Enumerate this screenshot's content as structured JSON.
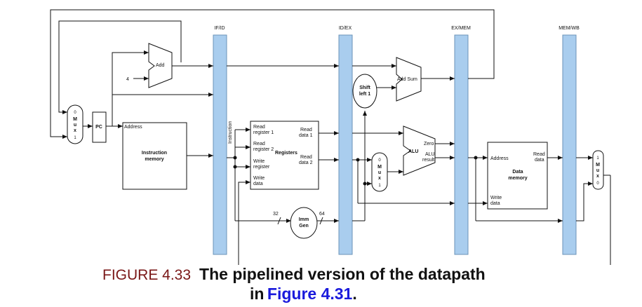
{
  "pipeline_registers": [
    "IF/ID",
    "ID/EX",
    "EX/MEM",
    "MEM/WB"
  ],
  "labels": {
    "add": "Add",
    "const_four": "4",
    "pc": "PC",
    "mux_text": "M\nu\nx",
    "mux_zero": "0",
    "mux_one": "1",
    "instr_mem_line1": "Instruction",
    "instr_mem_line2": "memory",
    "address": "Address",
    "instruction_vertical": "Instruction",
    "read_reg1_line1": "Read",
    "read_reg1_line2": "register 1",
    "read_reg2_line1": "Read",
    "read_reg2_line2": "register 2",
    "write_reg_line1": "Write",
    "write_reg_line2": "register",
    "write_data_line1": "Write",
    "write_data_line2": "data",
    "registers": "Registers",
    "read_data1_line1": "Read",
    "read_data1_line2": "data 1",
    "read_data2_line1": "Read",
    "read_data2_line2": "data 2",
    "imm_line1": "Imm",
    "imm_line2": "Gen",
    "imm_in": "32",
    "imm_out": "64",
    "shift_line1": "Shift",
    "shift_line2": "left 1",
    "add_sum": "Add Sum",
    "alu": "ALU",
    "zero": "Zero",
    "alu_result_line1": "ALU",
    "alu_result_line2": "result",
    "dm_address": "Address",
    "dm_read_line1": "Read",
    "dm_read_line2": "data",
    "dm_write_line1": "Write",
    "dm_write_line2": "data",
    "dm_line1": "Data",
    "dm_line2": "memory"
  },
  "caption": {
    "figure_number": "FIGURE 4.33",
    "title": "The pipelined version of the datapath",
    "title_cont": "in",
    "reference": "Figure 4.31",
    "tail": "."
  },
  "colors": {
    "pipeline_register_fill": "#a9cdee",
    "pipeline_register_stroke": "#6b93b8",
    "wire": "#111111",
    "figure_number": "#7a1717",
    "reference_link": "#1a1adc"
  }
}
